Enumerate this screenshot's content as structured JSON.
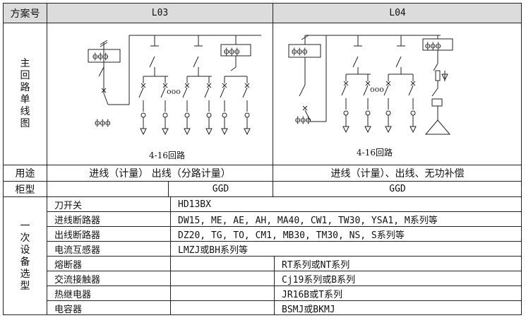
{
  "header": {
    "scheme_label": "方案号",
    "l03": "L03",
    "l04": "L04"
  },
  "row_labels": {
    "main_circuit": [
      "主",
      "回",
      "路",
      "单",
      "线",
      "图"
    ],
    "usage": "用途",
    "cabinet": "柜型",
    "equipment": [
      "一",
      "次",
      "设",
      "备",
      "选",
      "型"
    ]
  },
  "diagram": {
    "l03_caption": "4-16回路",
    "l04_caption": "4-16回路",
    "ct_symbol": "ϕϕϕ"
  },
  "usage": {
    "l03": "进线（计量） 出线（分路计量）",
    "l04": "进线（计量）、出线、无功补偿"
  },
  "cabinet": {
    "l03": "GGD",
    "l04": "GGD"
  },
  "equipment": [
    {
      "name": "刀开关",
      "value": "HD13BX",
      "span": "all"
    },
    {
      "name": "进线断路器",
      "value": "DW15, ME, AE, AH, MA40, CW1, TW30, YSA1, M系列等",
      "span": "all"
    },
    {
      "name": "出线断路器",
      "value": "DZ20, TG, TO, CM1, MB30, TM30, NS, S系列等",
      "span": "all"
    },
    {
      "name": "电流互感器",
      "value": "LMZJ或BH系列等",
      "span": "all"
    },
    {
      "name": "熔断器",
      "value": "RT系列或NT系列",
      "span": "l04"
    },
    {
      "name": "交流接触器",
      "value": "Cj19系列或B系列",
      "span": "l04"
    },
    {
      "name": "热继电器",
      "value": "JR16B或T系列",
      "span": "l04"
    },
    {
      "name": "电容器",
      "value": "BSMJ或BKMJ",
      "span": "l04"
    }
  ]
}
